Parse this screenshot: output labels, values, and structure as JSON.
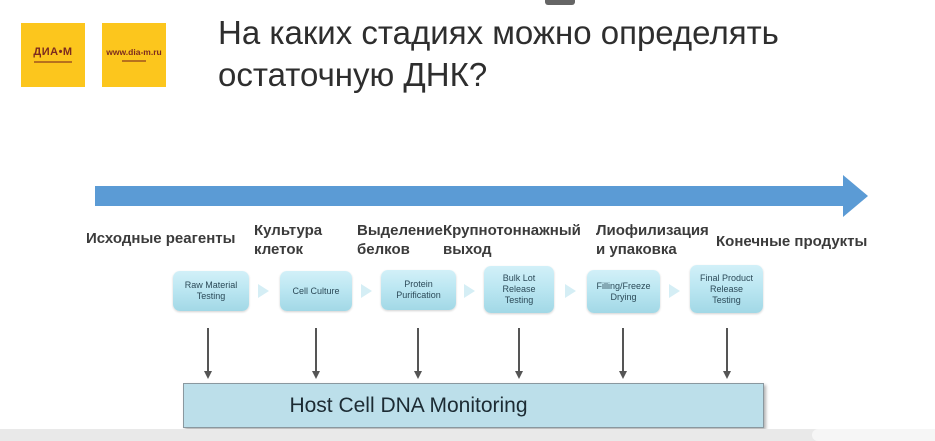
{
  "title": "На каких стадиях можно определять\nостаточную ДНК?",
  "logos": {
    "diam": "ДИА•М",
    "site": "www.dia-m.ru"
  },
  "colors": {
    "accent_blue": "#5b9bd5",
    "step_box_blue": "#bce7f2",
    "host_box_blue": "#bcdfea",
    "logo_yellow": "#fcc61d",
    "logo_text_red": "#7d2b1e"
  },
  "pipeline": {
    "stages": [
      {
        "ru": "Исходные реагенты",
        "en": "Raw Material\nTesting"
      },
      {
        "ru": "Культура\nклеток",
        "en": "Cell Culture"
      },
      {
        "ru": "Выделение\nбелков",
        "en": "Protein\nPurification"
      },
      {
        "ru": "Крупнотоннажный\nвыход",
        "en": "Bulk Lot\nRelease\nTesting"
      },
      {
        "ru": "Лиофилизация\nи упаковка",
        "en": "Filling/Freeze\nDrying"
      },
      {
        "ru": "Конечные продукты",
        "en": "Final Product\nRelease\nTesting"
      }
    ],
    "monitor_label": "Host Cell DNA Monitoring"
  }
}
